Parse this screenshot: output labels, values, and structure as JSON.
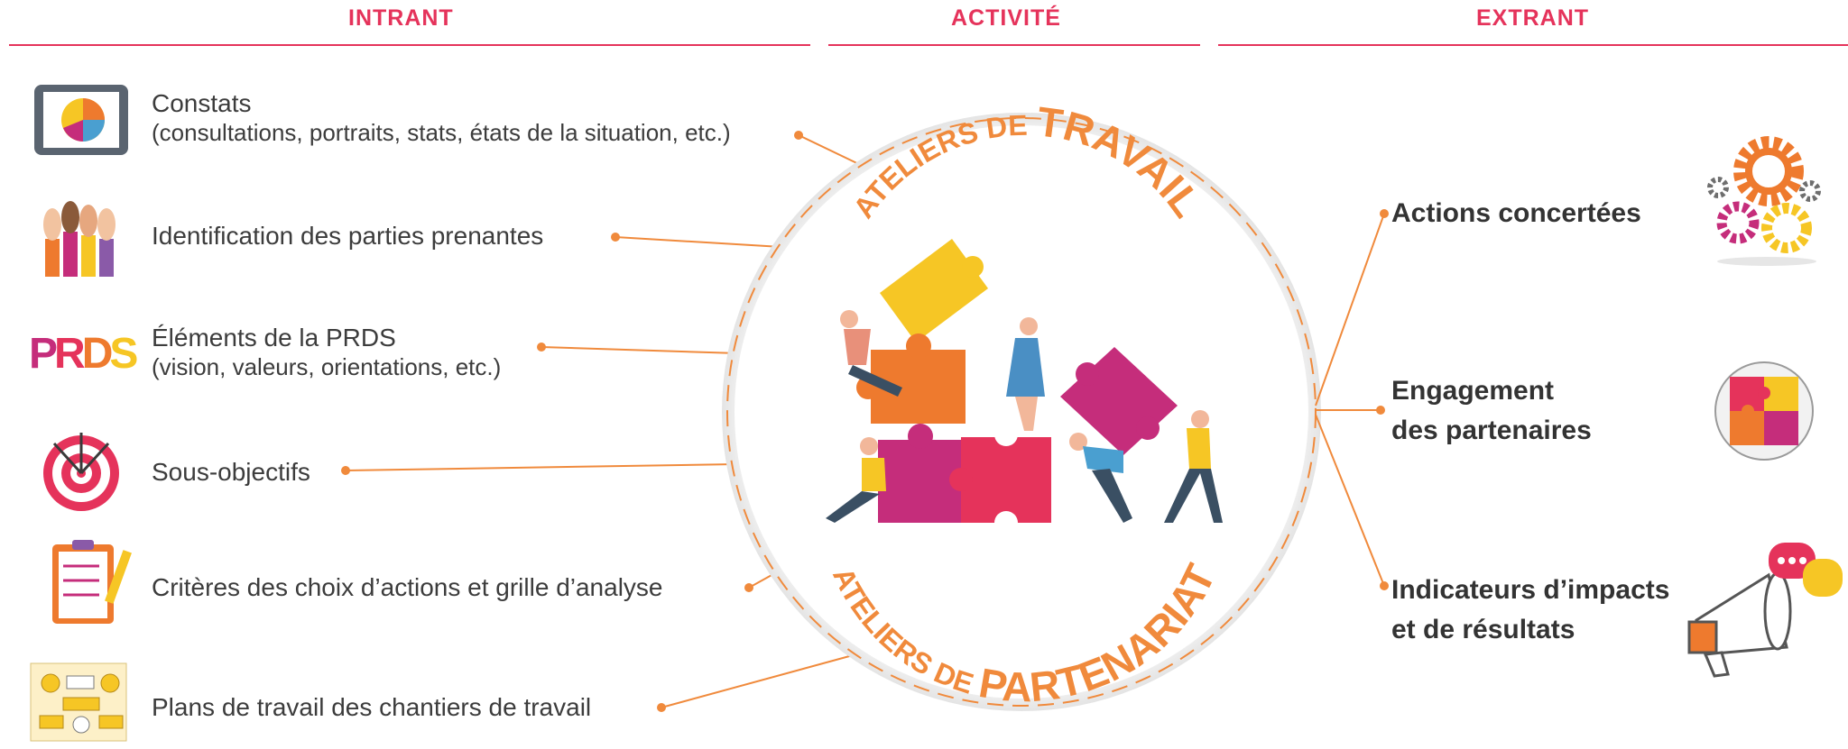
{
  "headers": {
    "intrant": "INTRANT",
    "activite": "ACTIVITÉ",
    "extrant": "EXTRANT"
  },
  "inputs": [
    {
      "title": "Constats",
      "detail": "(consultations, portraits, stats, états de la situation, etc.)",
      "icon": "tablet-pie-chart-icon"
    },
    {
      "title": "Identification des parties prenantes",
      "icon": "raised-hands-icon"
    },
    {
      "title": "Éléments de la PRDS",
      "detail": "(vision, valeurs, orientations, etc.)",
      "icon": "prds-logo"
    },
    {
      "title": "Sous-objectifs",
      "icon": "target-icon"
    },
    {
      "title": "Critères des choix d’actions et grille d’analyse",
      "icon": "clipboard-checklist-icon"
    },
    {
      "title": "Plans de travail des chantiers de travail",
      "icon": "flowchart-plan-icon"
    }
  ],
  "prds_logo_text": {
    "p": "P",
    "r": "R",
    "d": "D",
    "s": "S"
  },
  "activity": {
    "top_arc_small": "ATELIERS DE",
    "top_arc_big": "TRAVAIL",
    "bottom_arc_small": "ATELIERS DE",
    "bottom_arc_big": "PARTENARIAT",
    "illustration": "people-assembling-puzzle-illustration"
  },
  "outputs": [
    {
      "line1": "Actions concertées",
      "icon": "gears-icon"
    },
    {
      "line1": "Engagement",
      "line2": "des partenaires",
      "icon": "puzzle-team-icon"
    },
    {
      "line1": "Indicateurs d’impacts",
      "line2": "et de résultats",
      "icon": "megaphone-icon"
    }
  ],
  "colors": {
    "header_red": "#e5335b",
    "connector_orange": "#f08a3c",
    "text": "#3c3c3c"
  }
}
